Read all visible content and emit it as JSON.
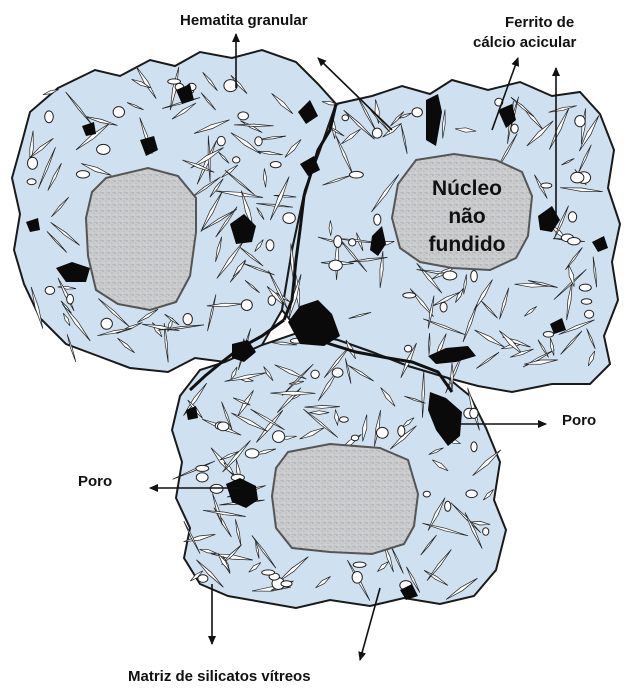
{
  "labels": {
    "hematita": "Hematita granular",
    "ferrito_line1": "Ferrito de",
    "ferrito_line2": "cálcio acicular",
    "nucleo_line1": "Núcleo",
    "nucleo_line2": "não",
    "nucleo_line3": "fundido",
    "poro_right": "Poro",
    "poro_left": "Poro",
    "matriz": "Matriz de silicatos vítreos"
  },
  "colors": {
    "matrix": "#cfe0f0",
    "nucleus": "#c7c9cb",
    "pore": "#0a0a0a",
    "outline": "#1a1a1a",
    "needle": "#ffffff"
  }
}
